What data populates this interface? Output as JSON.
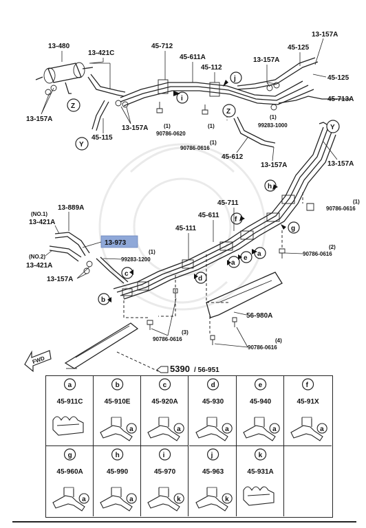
{
  "callouts": {
    "p13_480": "13-480",
    "p13_421C": "13-421C",
    "p13_157A_tl": "13-157A",
    "p45_115": "45-115",
    "p13_157A_tm": "13-157A",
    "p45_712": "45-712",
    "p45_611A": "45-611A",
    "p45_112": "45-112",
    "p13_157A_tr1": "13-157A",
    "p13_157A_tr2": "13-157A",
    "p45_125_a": "45-125",
    "p45_125_b": "45-125",
    "p45_713A": "45-713A",
    "p90786_0620": "90786-0620",
    "qty_0620": "(1)",
    "p90786_0616_a": "90786-0616",
    "qty_0616_a": "(1)",
    "p99283_1000": "99283-1000",
    "qty_1000": "(1)",
    "p45_612": "45-612",
    "p13_157A_mr": "13-157A",
    "p13_157A_r": "13-157A",
    "p90786_0616_b": "90786-0616",
    "qty_0616_b": "(1)",
    "p45_711": "45-711",
    "p45_611": "45-611",
    "p45_111": "45-111",
    "p13_889A": "13-889A",
    "no1": "(NO.1)",
    "p13_421A_1": "13-421A",
    "no2": "(NO.2)",
    "p13_421A_2": "13-421A",
    "p13_973": "13-973",
    "p99283_1200": "99283-1200",
    "qty_1200": "(1)",
    "p13_157A_l": "13-157A",
    "p90786_0616_c": "90786-0616",
    "qty_0616_c": "(2)",
    "p56_980A": "56-980A",
    "p90786_0616_d": "90786-0616",
    "qty_0616_d": "(3)",
    "p90786_0616_e": "90786-0616",
    "qty_0616_e": "(4)",
    "p5390": "5390",
    "p56_951": "/ 56-951",
    "fwd": "FWD"
  },
  "markers": {
    "Z": "Z",
    "Y": "Y",
    "a": "a",
    "b": "b",
    "c": "c",
    "d": "d",
    "e": "e",
    "f": "f",
    "g": "g",
    "h": "h",
    "i": "i",
    "j": "j",
    "k": "k"
  },
  "highlight_color": "#8fa8d8",
  "clip_table": {
    "rows": [
      [
        {
          "key": "a",
          "part": "45-911C",
          "ref": ""
        },
        {
          "key": "b",
          "part": "45-910E",
          "ref": "a"
        },
        {
          "key": "c",
          "part": "45-920A",
          "ref": "a"
        },
        {
          "key": "d",
          "part": "45-930",
          "ref": "a"
        },
        {
          "key": "e",
          "part": "45-940",
          "ref": "a"
        },
        {
          "key": "f",
          "part": "45-91X",
          "ref": "a"
        }
      ],
      [
        {
          "key": "g",
          "part": "45-960A",
          "ref": "a"
        },
        {
          "key": "h",
          "part": "45-990",
          "ref": "a"
        },
        {
          "key": "i",
          "part": "45-970",
          "ref": "k"
        },
        {
          "key": "j",
          "part": "45-963",
          "ref": "k"
        },
        {
          "key": "k",
          "part": "45-931A",
          "ref": ""
        },
        {
          "key": "",
          "part": "",
          "ref": ""
        }
      ]
    ]
  }
}
